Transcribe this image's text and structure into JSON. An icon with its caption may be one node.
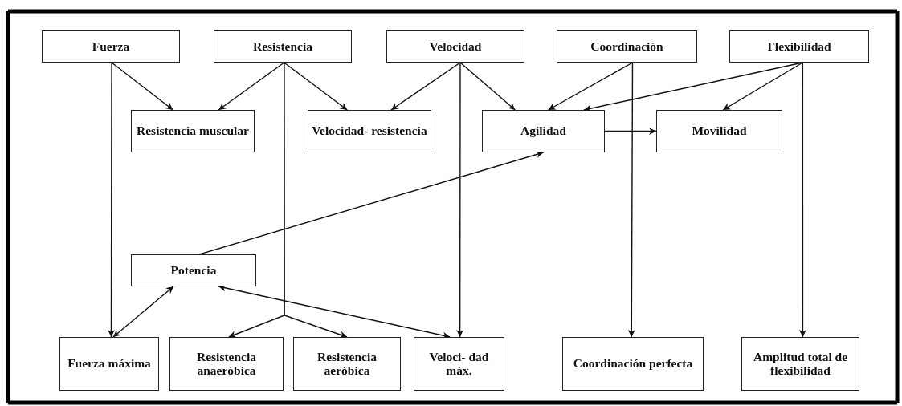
{
  "diagram": {
    "nodes": [
      {
        "text": [
          "Fuerza"
        ]
      },
      {
        "text": [
          "Resistencia"
        ]
      },
      {
        "text": [
          "Velocidad"
        ]
      },
      {
        "text": [
          "Coordinación"
        ]
      },
      {
        "text": [
          "Flexibilidad"
        ]
      },
      {
        "text": [
          "Resistencia muscular"
        ]
      },
      {
        "text": [
          "Velocidad- resistencia"
        ]
      },
      {
        "text": [
          "Agilidad"
        ]
      },
      {
        "text": [
          "Movilidad"
        ]
      },
      {
        "text": [
          "Potencia"
        ]
      },
      {
        "text": [
          "Fuerza máxima"
        ]
      },
      {
        "text": [
          "Resistencia anaeróbica"
        ]
      },
      {
        "text": [
          "Resistencia aeróbica"
        ]
      },
      {
        "text": [
          "Veloci- dad máx."
        ]
      },
      {
        "text": [
          "Coordinación perfecta"
        ]
      },
      {
        "text": [
          "Amplitud total de flexibilidad"
        ]
      }
    ],
    "edges": [
      {
        "from": 0,
        "to": 5,
        "arrow": "to"
      },
      {
        "from": 1,
        "to": 5,
        "arrow": "to"
      },
      {
        "from": 1,
        "to": 6,
        "arrow": "to"
      },
      {
        "from": 2,
        "to": 6,
        "arrow": "to"
      },
      {
        "from": 2,
        "to": 7,
        "arrow": "to"
      },
      {
        "from": 3,
        "to": 7,
        "arrow": "to"
      },
      {
        "from": 4,
        "to": 7,
        "arrow": "to"
      },
      {
        "from": 4,
        "to": 8,
        "arrow": "to"
      },
      {
        "from": 7,
        "to": 8,
        "arrow": "to"
      },
      {
        "from": 0,
        "to": 10,
        "arrow": "to"
      },
      {
        "from": 1,
        "to": 11,
        "arrow": "to"
      },
      {
        "from": 1,
        "to": 12,
        "arrow": "to"
      },
      {
        "from": 2,
        "to": 13,
        "arrow": "to"
      },
      {
        "from": 3,
        "to": 14,
        "arrow": "to"
      },
      {
        "from": 4,
        "to": 15,
        "arrow": "to"
      },
      {
        "from": 9,
        "to": 7,
        "arrow": "to"
      },
      {
        "from": 10,
        "to": 9,
        "arrow": "both"
      },
      {
        "from": 13,
        "to": 9,
        "arrow": "both"
      }
    ]
  }
}
